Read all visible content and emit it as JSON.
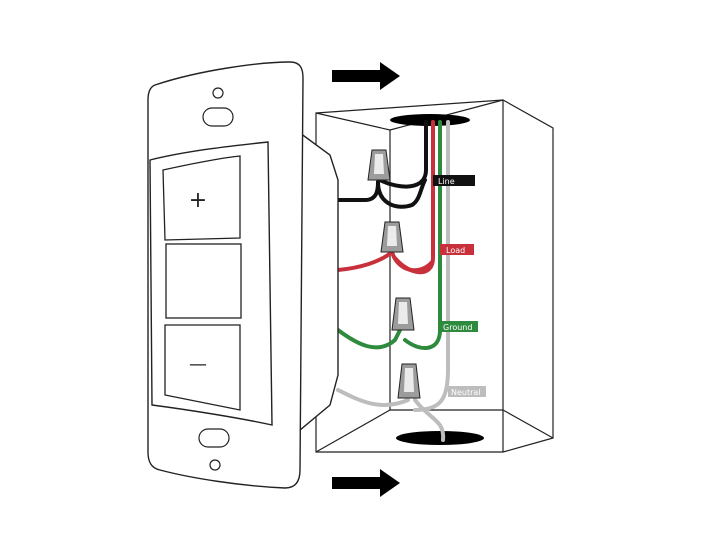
{
  "diagram": {
    "labels": {
      "line": "Line",
      "load": "Load",
      "ground": "Ground",
      "neutral": "Neutral"
    },
    "switch_buttons": {
      "top_symbol": "+",
      "bottom_symbol": "—"
    },
    "colors": {
      "line": "#111111",
      "load": "#c8313b",
      "ground": "#2e8b3e",
      "neutral": "#bdbdbd",
      "outline": "#222222"
    }
  }
}
